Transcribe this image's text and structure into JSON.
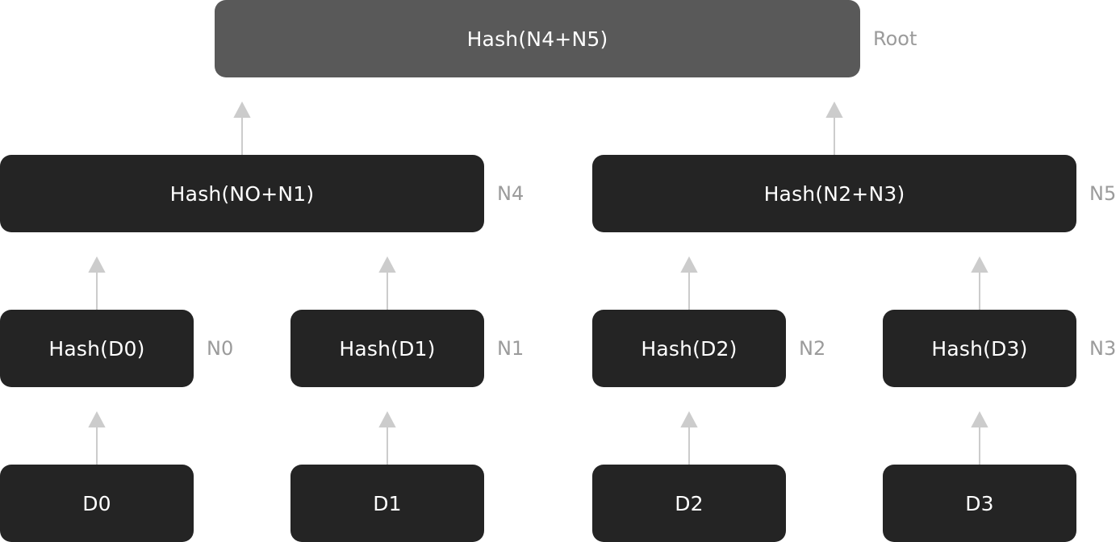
{
  "diagram": {
    "root": {
      "text": "Hash(N4+N5)",
      "label": "Root"
    },
    "n4": {
      "text": "Hash(NO+N1)",
      "label": "N4"
    },
    "n5": {
      "text": "Hash(N2+N3)",
      "label": "N5"
    },
    "n0": {
      "text": "Hash(D0)",
      "label": "N0"
    },
    "n1": {
      "text": "Hash(D1)",
      "label": "N1"
    },
    "n2": {
      "text": "Hash(D2)",
      "label": "N2"
    },
    "n3": {
      "text": "Hash(D3)",
      "label": "N3"
    },
    "d0": {
      "text": "D0"
    },
    "d1": {
      "text": "D1"
    },
    "d2": {
      "text": "D2"
    },
    "d3": {
      "text": "D3"
    }
  },
  "colors": {
    "node": "#242424",
    "root": "#595959",
    "label": "#9b9b9b",
    "arrow": "#cccccc"
  }
}
